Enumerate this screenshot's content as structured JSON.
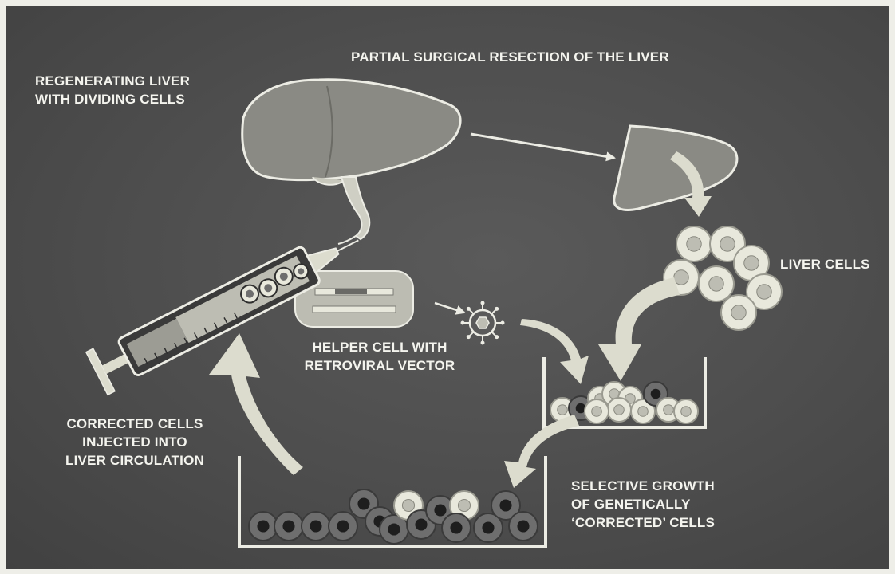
{
  "labels": {
    "resection": "PARTIAL SURGICAL RESECTION OF THE LIVER",
    "regenerating": "REGENERATING LIVER\nWITH DIVIDING CELLS",
    "liver_cells": "LIVER CELLS",
    "helper_cell": "HELPER CELL WITH\nRETROVIRAL VECTOR",
    "corrected_injected": "CORRECTED CELLS\nINJECTED INTO\nLIVER CIRCULATION",
    "selective_growth": "SELECTIVE GROWTH\nOF GENETICALLY\n‘CORRECTED’ CELLS"
  },
  "colors": {
    "background": "#4d4d4d",
    "liver_fill": "#8a8a84",
    "outline": "#ecece4",
    "cell_fill": "#e8e8dc",
    "dark_cell": "#6e6e6e",
    "arrow_fill": "#dcdcce",
    "text": "#f4f4ee"
  }
}
